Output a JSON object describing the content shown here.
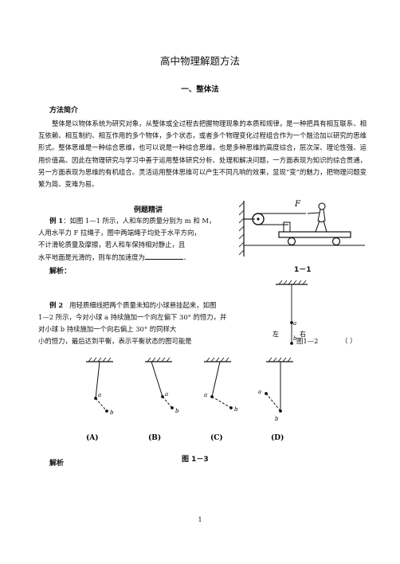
{
  "title": "高中物理解题方法",
  "section": "一、整体法",
  "method": {
    "heading": "方法简介",
    "paragraph": "整体是以物体系统为研究对象，从整体或全过程去把握物理现象的本质和规律，是一种把具有相互联系、相互依赖、相互制约、相互作用的多个物体，多个状态，或者多个物理变化过程组合作为一个融洽加以研究的思维形式。整体思维是一种综合思维，也可以说是一种综合思维，也是多种思维的高度综合，层次深、理论性强、运用价值高。因此在物理研究与学习中善于运用整体研究分析、处理和解决问题，一方面表现为知识的综合贯通，另一方面表现为思维的有机组合。灵活运用整体思维可以产生不同凡响的效果，显现“变”的魅力，把物理问题变繁为简、变难为易。"
  },
  "examples_heading": "例题精讲",
  "example1": {
    "label": "例 1",
    "lines": [
      "：如图 1—1 所示，人和车的质量分别为 m 和 M，",
      "人用水平力 F 拉绳子，图中两端绳子均处于水平方向，",
      "不计滑轮质量及摩擦，若人和车保持相对静止，且",
      "水平地面是光滑的，则车的加速度为"
    ],
    "tail": "．",
    "analysis": "解析",
    "analysis_colon": "：",
    "fig_force": "F",
    "fig_caption": "1－1"
  },
  "example2": {
    "label": "例 2",
    "lines": [
      "用轻质细线把两个质量未知的小球悬挂起来，如图",
      "1—2 所示，今对小球 a 持续施加一个向左偏下 30° 的恒力，并",
      "对小球 b 持续施加一个向右偏上 30° 的同样大",
      "小的恒力，最后达到平衡，表示平衡状态的图可能是"
    ],
    "fig_caption": "图1—2",
    "answer_paren": "（    ）",
    "left_word": "左",
    "right_word": "右",
    "ball_a": "a",
    "ball_b": "b",
    "options": [
      "(A)",
      "(B)",
      "(C)",
      "(D)"
    ],
    "fig3_caption": "图 1－3",
    "analysis": "解析"
  },
  "page_number": "1"
}
